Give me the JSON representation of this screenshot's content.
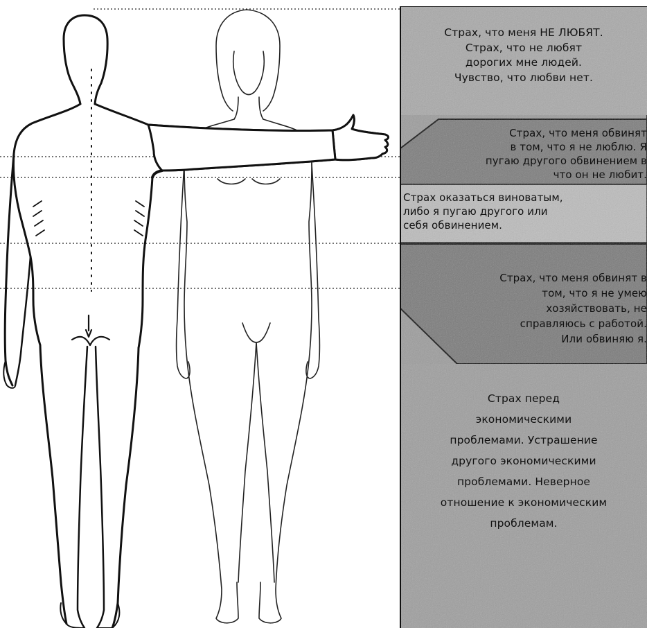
{
  "colors": {
    "panel_base": "#9a9a9a",
    "panel_dark": "#6f6f6f",
    "panel_light": "#c4c4c4",
    "line": "#111111"
  },
  "figures": [
    "body-back-view",
    "body-front-view"
  ],
  "panels": [
    {
      "text": "Страх, что меня НЕ ЛЮБЯТ.\nСтрах, что не любят\nдорогих мне людей.\nЧувство, что любви нет."
    },
    {
      "text": "Страх, что меня обвинят\nв том, что я не люблю. Я\nпугаю другого обвинением в\nчто он не любит."
    },
    {
      "text": "Страх оказаться виноватым,\nлибо я пугаю другого или\nсебя обвинением."
    },
    {
      "text": "Страх, что меня обвинят в\nтом, что я не умею\nхозяйствовать, не\nсправляюсь с работой.\nИли обвиняю я."
    },
    {
      "text": "Страх перед\nэкономическими\nпроблемами. Устрашение\nдругого экономическими\nпроблемами. Неверное\nотношение к экономическим\nпроблемам."
    }
  ]
}
